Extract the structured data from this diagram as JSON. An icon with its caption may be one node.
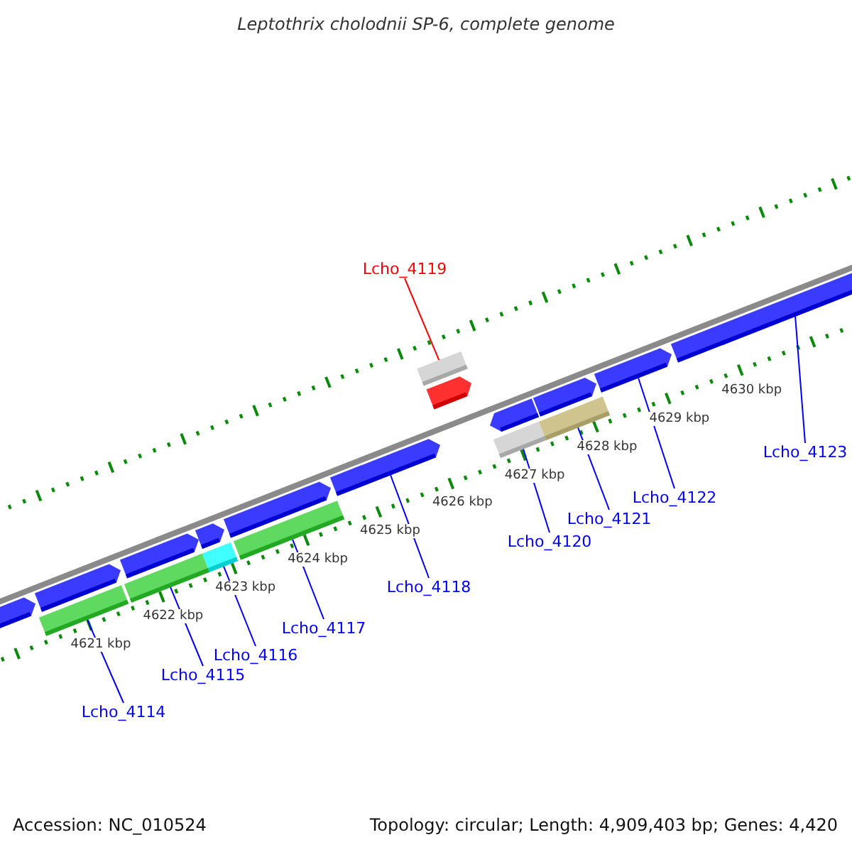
{
  "diagram": {
    "title": "Leptothrix cholodnii SP-6, complete genome",
    "nodes": [
      {
        "text": [],
        "shape": "arrow"
      },
      {
        "text": [],
        "shape": "arrow"
      },
      {
        "text": [],
        "shape": "bar"
      },
      {
        "text": [],
        "shape": "arrow"
      },
      {
        "text": [],
        "shape": "bar"
      },
      {
        "text": [],
        "shape": "arrow"
      },
      {
        "text": [],
        "shape": "bar"
      },
      {
        "text": [],
        "shape": "arrow"
      },
      {
        "text": [],
        "shape": "bar"
      },
      {
        "text": [],
        "shape": "arrow"
      },
      {
        "text": [],
        "shape": "bar"
      },
      {
        "text": [],
        "shape": "arrow"
      },
      {
        "text": [],
        "shape": "arrow"
      },
      {
        "text": [],
        "shape": "bar"
      },
      {
        "text": [],
        "shape": "arrow"
      },
      {
        "text": [],
        "shape": "bar"
      },
      {
        "text": [],
        "shape": "arrow"
      },
      {
        "text": [],
        "shape": "arrow"
      },
      {
        "text": [
          "Lcho_4119"
        ]
      },
      {
        "text": [
          "Lcho_4123"
        ]
      },
      {
        "text": [
          "Lcho_4122"
        ]
      },
      {
        "text": [
          "Lcho_4121"
        ]
      },
      {
        "text": [
          "Lcho_4118"
        ]
      },
      {
        "text": [
          "Lcho_4120"
        ]
      },
      {
        "text": [
          "Lcho_4117"
        ]
      },
      {
        "text": [
          "Lcho_4116"
        ]
      },
      {
        "text": [
          "Lcho_4115"
        ]
      },
      {
        "text": [
          "Lcho_4114"
        ]
      }
    ],
    "edges": [
      {
        "from": 18,
        "to": 10,
        "arrow": "none",
        "color": "#ff0000"
      },
      {
        "from": 19,
        "to": 17,
        "arrow": "none"
      },
      {
        "from": 20,
        "to": 16,
        "arrow": "none"
      },
      {
        "from": 21,
        "to": 15,
        "arrow": "none"
      },
      {
        "from": 22,
        "to": 9,
        "arrow": "none"
      },
      {
        "from": 23,
        "to": 13,
        "arrow": "none"
      },
      {
        "from": 24,
        "to": 8,
        "arrow": "none"
      },
      {
        "from": 25,
        "to": 6,
        "arrow": "none"
      },
      {
        "from": 26,
        "to": 4,
        "arrow": "none"
      },
      {
        "from": 27,
        "to": 2,
        "arrow": "none"
      }
    ],
    "labels": [
      "4621 kbp",
      "4622 kbp",
      "4623 kbp",
      "4624 kbp",
      "4625 kbp",
      "4626 kbp",
      "4627 kbp",
      "4628 kbp",
      "4629 kbp",
      "4630 kbp",
      "Accession: NC_010524",
      "Topology: circular; Length: 4,909,403 bp; Genes: 4,420"
    ]
  }
}
